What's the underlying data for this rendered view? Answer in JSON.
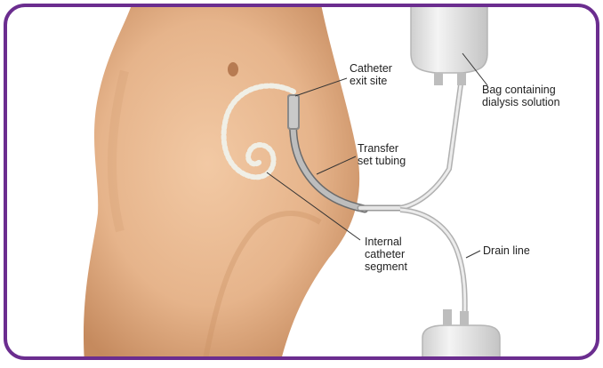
{
  "labels": {
    "exit_site": [
      "Catheter",
      "exit site"
    ],
    "bag": [
      "Bag containing",
      "dialysis solution"
    ],
    "transfer": [
      "Transfer",
      "set tubing"
    ],
    "drain_line": [
      "Drain line"
    ],
    "internal": [
      "Internal",
      "catheter",
      "segment"
    ]
  },
  "colors": {
    "frame_border": "#6b2d8f",
    "skin": "#e8b78f",
    "skin_shadow": "#c98e62",
    "tubing": "#d9d9d9",
    "bag": "#e6e6e6",
    "leader_line": "#333333"
  }
}
